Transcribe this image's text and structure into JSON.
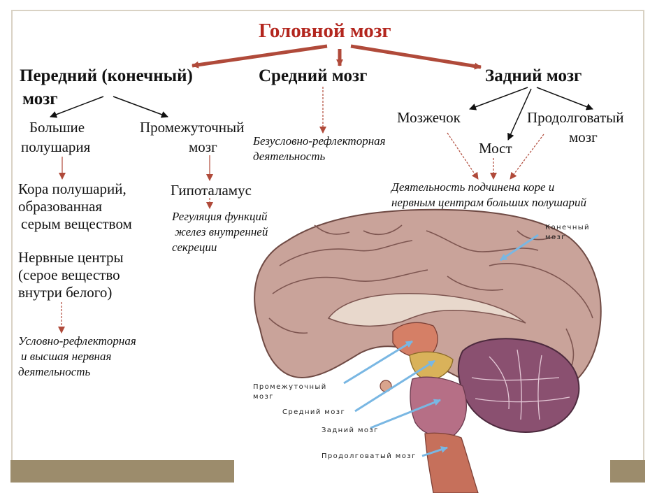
{
  "title": "Головной мозг",
  "branches": {
    "forebrain": {
      "heading_line1": "Передний (конечный)",
      "heading_line2": "мозг",
      "hemispheres": {
        "label_line1": "Большие",
        "label_line2": "полушария",
        "items": [
          "Кора полушарий,",
          "образованная",
          "серым веществом",
          "Нервные центры",
          "(серое вещество",
          "внутри белого)"
        ],
        "function_lines": [
          "Условно-рефлекторная",
          "и высшая нервная",
          "деятельность"
        ]
      },
      "diencephalon": {
        "label_line1": "Промежуточный",
        "label_line2": "мозг",
        "part": "Гипоталамус",
        "function_lines": [
          "Регуляция функций",
          "желез внутренней",
          "секреции"
        ]
      }
    },
    "midbrain": {
      "heading": "Средний мозг",
      "function_lines": [
        "Безусловно-рефлекторная",
        "деятельность"
      ]
    },
    "hindbrain": {
      "heading": "Задний мозг",
      "parts": {
        "cerebellum": "Мозжечок",
        "pons": "Мост",
        "medulla_line1": "Продолговатый",
        "medulla_line2": "мозг"
      },
      "function_lines": [
        "Деятельность подчинена коре и",
        "нервным центрам больших полушарий"
      ]
    }
  },
  "image_labels": {
    "telencephalon_line1": "Конечный",
    "telencephalon_line2": "мозг",
    "diencephalon_line1": "Промежуточный",
    "diencephalon_line2": "мозг",
    "midbrain": "Средний мозг",
    "hindbrain": "Задний мозг",
    "medulla": "Продолговатый мозг"
  },
  "colors": {
    "title": "#b3261e",
    "arrow_dark": "#111111",
    "arrow_red": "#b04a3a",
    "pointer": "#79b7e3",
    "cortex": "#c9a39a",
    "cerebellum": "#8a5070",
    "brainstem": "#b66f86",
    "accent_bar": "#9c8c6c"
  }
}
